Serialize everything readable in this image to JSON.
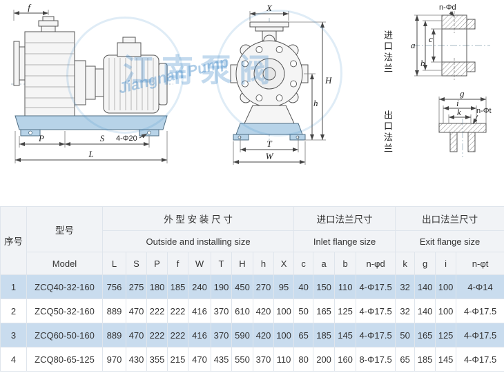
{
  "drawings": {
    "side_view": {
      "dim_f": "f",
      "dim_P": "P",
      "dim_S": "S",
      "dim_L": "L",
      "base_holes": "4-Φ20"
    },
    "front_view": {
      "dim_X": "X",
      "dim_H": "H",
      "dim_h": "h",
      "dim_T": "T",
      "dim_W": "W"
    },
    "inlet_flange": {
      "title": "进口法兰",
      "dim_bolt": "n-Φd",
      "dim_a": "a",
      "dim_b": "b",
      "dim_c": "c"
    },
    "outlet_flange": {
      "title": "出口法兰",
      "dim_bolt": "n-Φt",
      "dim_g": "g",
      "dim_i": "i",
      "dim_k": "k"
    },
    "watermark": {
      "cn": "江南泵阀",
      "en": "Jiangnan Pump"
    }
  },
  "table": {
    "header": {
      "serial": "序号",
      "model_cn": "型号",
      "model_en": "Model",
      "outside_cn": "外 型 安 装 尺 寸",
      "outside_en": "Outside and installing size",
      "inlet_cn": "进口法兰尺寸",
      "inlet_en": "Inlet flange size",
      "exit_cn": "出口法兰尺寸",
      "exit_en": "Exit flange size",
      "dim_cols": [
        "L",
        "S",
        "P",
        "f",
        "W",
        "T",
        "H",
        "h",
        "X",
        "c",
        "a",
        "b",
        "n-φd",
        "k",
        "g",
        "i",
        "n-φt"
      ]
    },
    "rows": [
      {
        "no": "1",
        "model": "ZCQ40-32-160",
        "values": [
          "756",
          "275",
          "180",
          "185",
          "240",
          "190",
          "450",
          "270",
          "95",
          "40",
          "150",
          "110",
          "4-Φ17.5",
          "32",
          "140",
          "100",
          "4-Φ14"
        ]
      },
      {
        "no": "2",
        "model": "ZCQ50-32-160",
        "values": [
          "889",
          "470",
          "222",
          "222",
          "416",
          "370",
          "610",
          "420",
          "100",
          "50",
          "165",
          "125",
          "4-Φ17.5",
          "32",
          "140",
          "100",
          "4-Φ17.5"
        ]
      },
      {
        "no": "3",
        "model": "ZCQ60-50-160",
        "values": [
          "889",
          "470",
          "222",
          "222",
          "416",
          "370",
          "590",
          "420",
          "100",
          "65",
          "185",
          "145",
          "4-Φ17.5",
          "50",
          "165",
          "125",
          "4-Φ17.5"
        ]
      },
      {
        "no": "4",
        "model": "ZCQ80-65-125",
        "values": [
          "970",
          "430",
          "355",
          "215",
          "470",
          "435",
          "550",
          "370",
          "110",
          "80",
          "200",
          "160",
          "8-Φ17.5",
          "65",
          "185",
          "145",
          "4-Φ17.5"
        ]
      }
    ]
  },
  "colors": {
    "row_highlight": "#c9dcee",
    "header_bg": "#f1f3f6",
    "base_fill": "#b7d3e8",
    "watermark": "#3b87c8"
  }
}
